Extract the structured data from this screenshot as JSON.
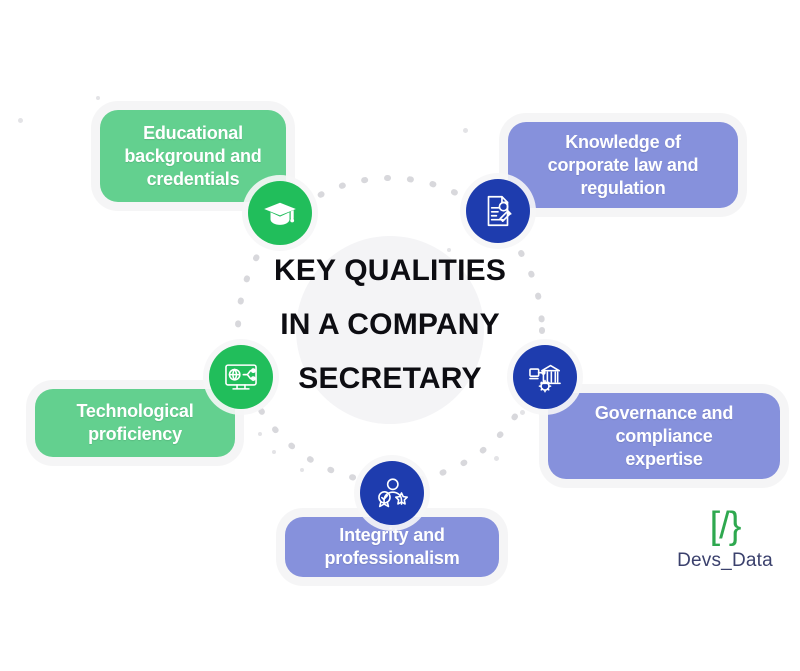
{
  "graphic": {
    "type": "infographic",
    "title_lines": [
      "KEY QUALITIES",
      "IN A COMPANY",
      "SECRETARY"
    ],
    "background_color": "#ffffff",
    "center_disc_color": "#f4f4f6",
    "ring_style": "dotted",
    "ring_color": "#d8d8dc"
  },
  "colors": {
    "green_pill": "#63d08f",
    "blue_pill": "#8691dc",
    "green_badge": "#21be5b",
    "blue_badge": "#1e3cae",
    "title_text": "#0d0d12",
    "pill_text": "#ffffff",
    "logo_mark": "#2ea84f",
    "logo_text": "#3b416d"
  },
  "items": [
    {
      "id": "educational-background",
      "label": "Educational background and credentials",
      "lines": [
        "Educational",
        "background and",
        "credentials"
      ],
      "color": "#63d08f",
      "badge_color": "#21be5b",
      "icon": "graduation-cap-icon",
      "position": "top-left"
    },
    {
      "id": "corporate-law-knowledge",
      "label": "Knowledge of corporate law and regulation",
      "lines": [
        "Knowledge of",
        "corporate law and",
        "regulation"
      ],
      "color": "#8691dc",
      "badge_color": "#1e3cae",
      "icon": "legal-document-gavel-icon",
      "position": "top-right"
    },
    {
      "id": "technological-proficiency",
      "label": "Technological proficiency",
      "lines": [
        "Technological",
        "proficiency"
      ],
      "color": "#63d08f",
      "badge_color": "#21be5b",
      "icon": "monitor-network-globe-icon",
      "position": "left"
    },
    {
      "id": "governance-compliance",
      "label": "Governance and compliance expertise",
      "lines": [
        "Governance and",
        "compliance",
        "expertise"
      ],
      "color": "#8691dc",
      "badge_color": "#1e3cae",
      "icon": "bank-gear-icon",
      "position": "right"
    },
    {
      "id": "integrity-professionalism",
      "label": "Integrity and professionalism",
      "lines": [
        "Integrity and",
        "professionalism"
      ],
      "color": "#8691dc",
      "badge_color": "#1e3cae",
      "icon": "person-award-star-icon",
      "position": "bottom"
    }
  ],
  "logo": {
    "mark": "[/}",
    "name": "Devs_Data"
  }
}
